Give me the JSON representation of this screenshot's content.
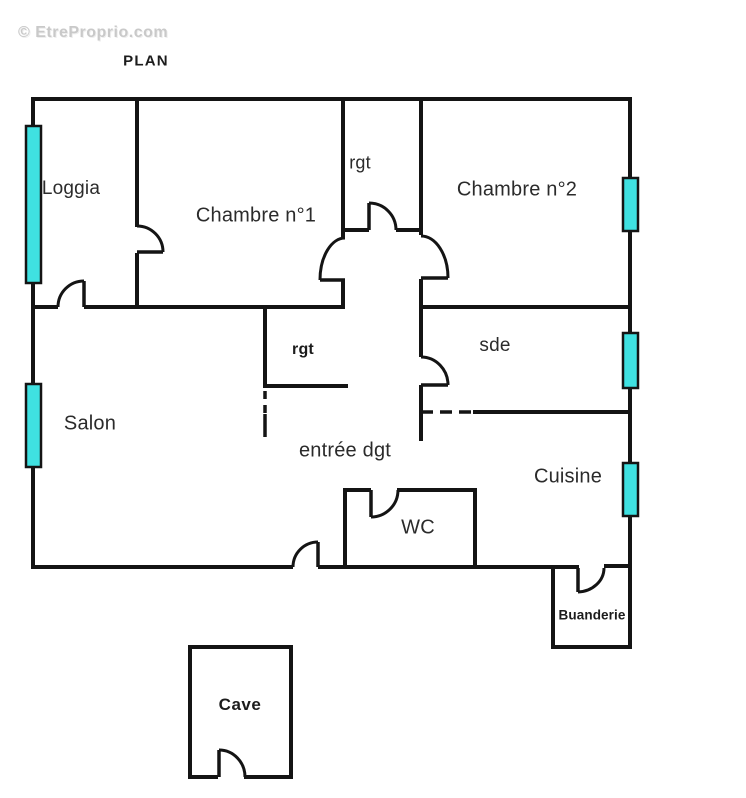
{
  "watermark": "© EtreProprio.com",
  "title": "PLAN",
  "rooms": {
    "loggia": "Loggia",
    "chambre1": "Chambre n°1",
    "rgt_top": "rgt",
    "chambre2": "Chambre n°2",
    "rgt_middle": "rgt",
    "sde": "sde",
    "salon": "Salon",
    "entree": "entrée dgt",
    "cuisine": "Cuisine",
    "wc": "WC",
    "buanderie": "Buanderie",
    "cave": "Cave"
  },
  "colors": {
    "wall": "#141414",
    "window": "#3fe1e1",
    "label": "#2b2b2b",
    "label_bold": "#1c1c1c",
    "watermark": "#c9c9c9"
  }
}
